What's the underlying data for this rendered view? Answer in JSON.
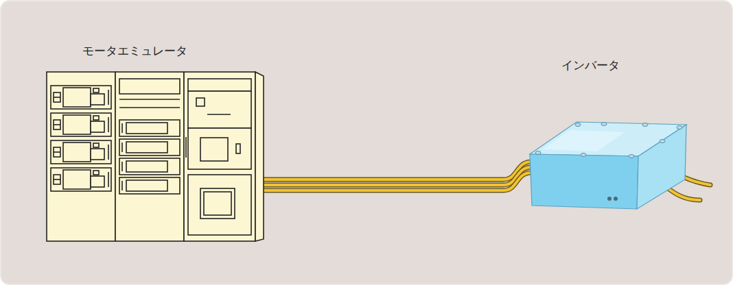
{
  "diagram": {
    "nodes": [
      {
        "text": [
          "モータエミュレータ"
        ]
      },
      {
        "text": [
          "インバータ"
        ]
      }
    ],
    "edges": [
      {
        "from": 0,
        "to": 1,
        "arrow": "none"
      },
      {
        "from": 0,
        "to": 1,
        "arrow": "none"
      },
      {
        "from": 0,
        "to": 1,
        "arrow": "none"
      }
    ]
  }
}
